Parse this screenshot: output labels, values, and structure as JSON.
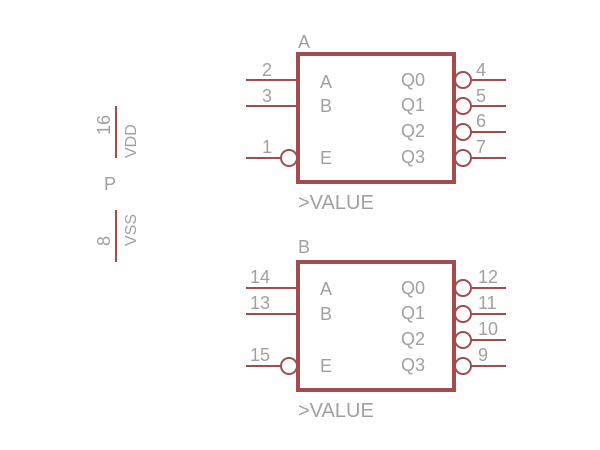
{
  "power": {
    "name": "P",
    "vdd": {
      "pin": "16",
      "label": "VDD"
    },
    "vss": {
      "pin": "8",
      "label": "VSS"
    }
  },
  "gates": [
    {
      "name": "A",
      "value": ">VALUE",
      "inputs": [
        {
          "pin": "2",
          "label": "A",
          "inverted": false
        },
        {
          "pin": "3",
          "label": "B",
          "inverted": false
        },
        {
          "pin": "1",
          "label": "E",
          "inverted": true
        }
      ],
      "outputs": [
        {
          "pin": "4",
          "label": "Q0"
        },
        {
          "pin": "5",
          "label": "Q1"
        },
        {
          "pin": "6",
          "label": "Q2"
        },
        {
          "pin": "7",
          "label": "Q3"
        }
      ]
    },
    {
      "name": "B",
      "value": ">VALUE",
      "inputs": [
        {
          "pin": "14",
          "label": "A",
          "inverted": false
        },
        {
          "pin": "13",
          "label": "B",
          "inverted": false
        },
        {
          "pin": "15",
          "label": "E",
          "inverted": true
        }
      ],
      "outputs": [
        {
          "pin": "12",
          "label": "Q0"
        },
        {
          "pin": "11",
          "label": "Q1"
        },
        {
          "pin": "10",
          "label": "Q2"
        },
        {
          "pin": "9",
          "label": "Q3"
        }
      ]
    }
  ]
}
